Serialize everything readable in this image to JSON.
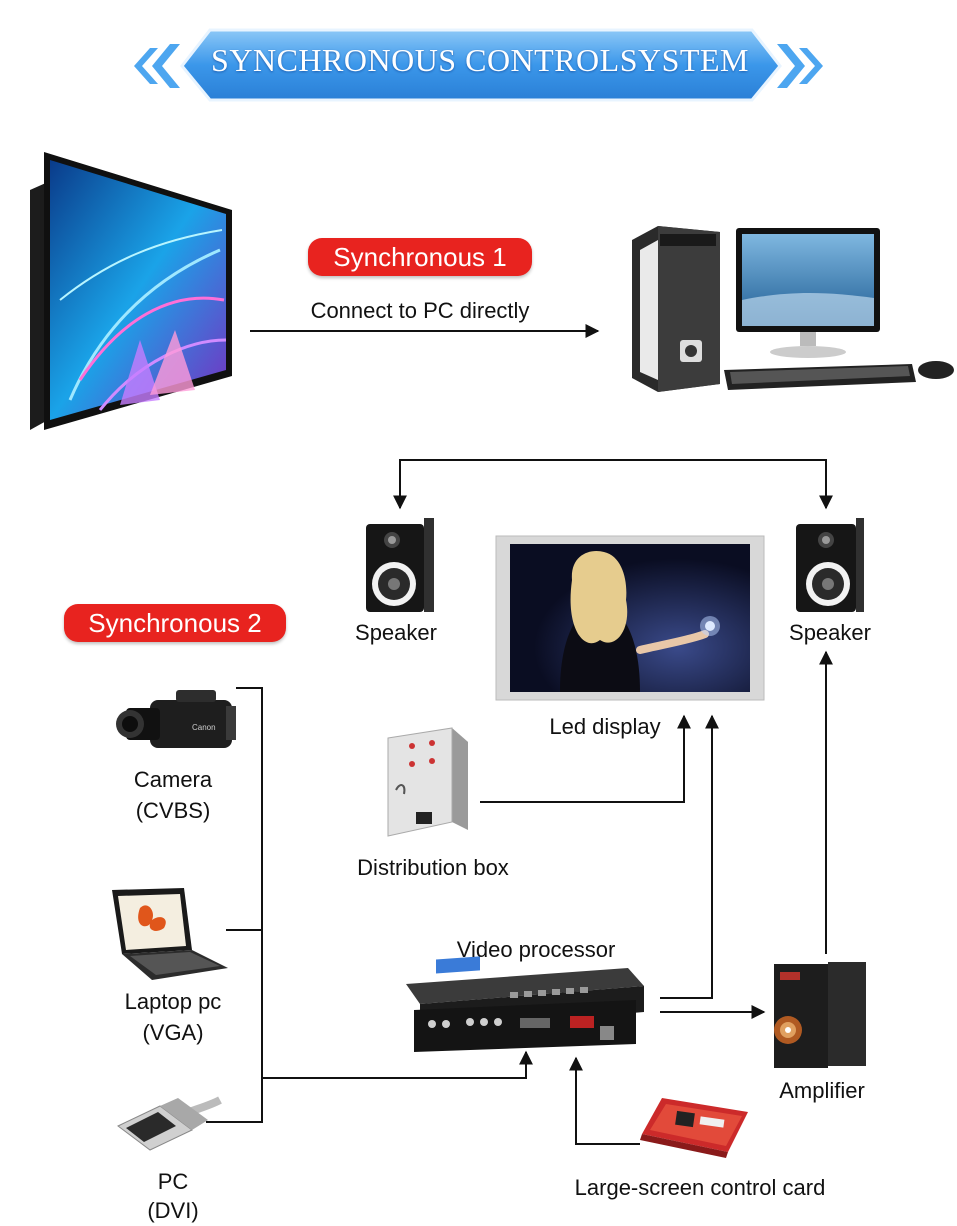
{
  "banner": {
    "title": "SYNCHRONOUS CONTROLSYSTEM"
  },
  "sync1": {
    "badge": "Synchronous 1",
    "edge_label": "Connect to PC directly"
  },
  "sync2": {
    "badge": "Synchronous 2"
  },
  "nodes": {
    "speaker_left": "Speaker",
    "speaker_right": "Speaker",
    "led_display": "Led display",
    "camera": "Camera",
    "camera_signal": "(CVBS)",
    "distribution_box": "Distribution box",
    "laptop": "Laptop pc",
    "laptop_signal": "(VGA)",
    "video_processor": "Video processor",
    "amplifier": "Amplifier",
    "pc": "PC",
    "pc_signal": "(DVI)",
    "control_card": "Large-screen control card"
  },
  "colors": {
    "banner": "#4da6f0",
    "badge": "#e8231f",
    "line": "#111111"
  }
}
